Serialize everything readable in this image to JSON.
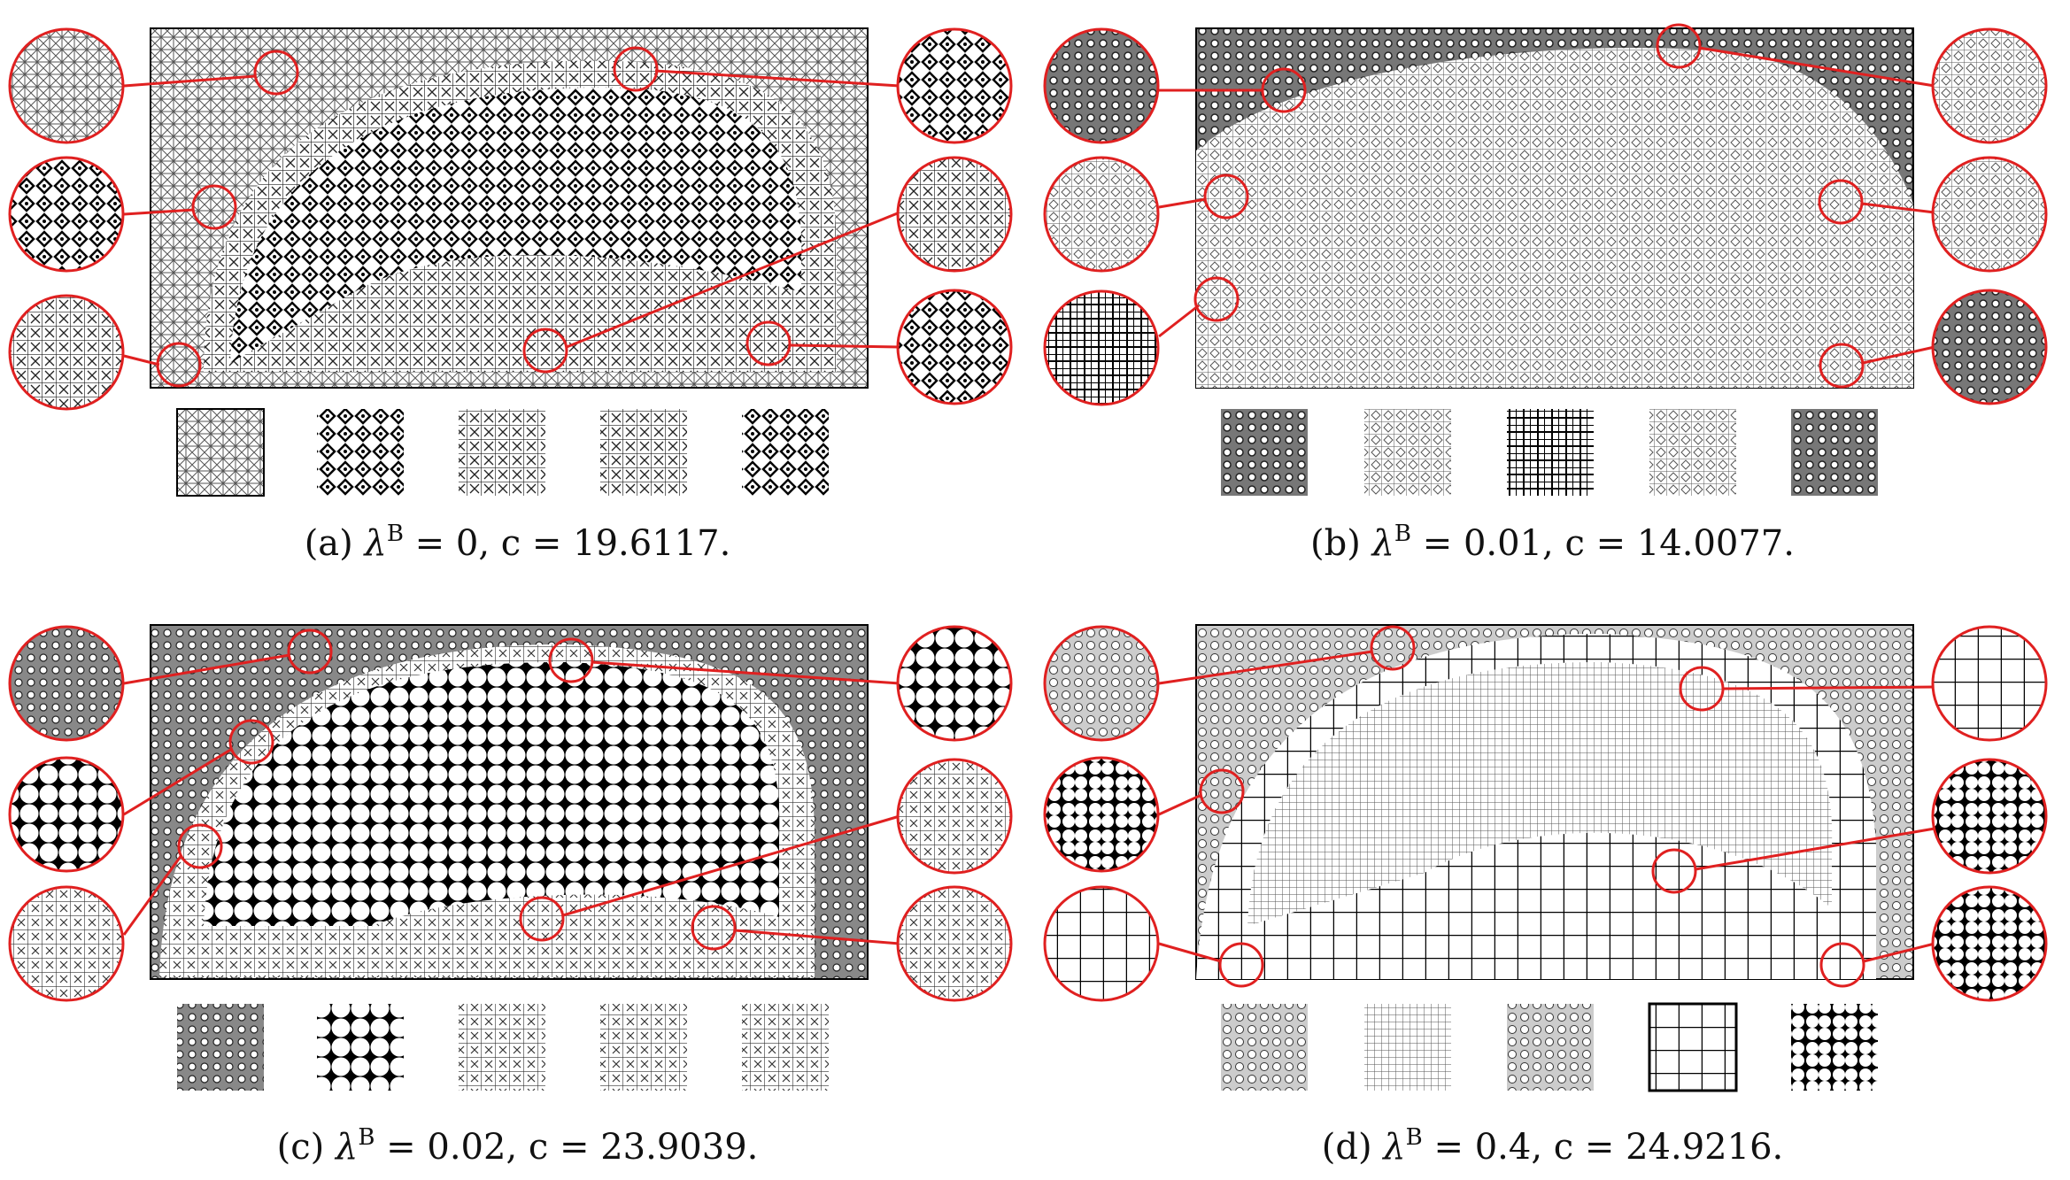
{
  "figure": {
    "panels": [
      {
        "id": "a",
        "caption": {
          "label": "(a)",
          "lambda_value": "0",
          "c_value": "19.6117"
        }
      },
      {
        "id": "b",
        "caption": {
          "label": "(b)",
          "lambda_value": "0.01",
          "c_value": "14.0077"
        }
      },
      {
        "id": "c",
        "caption": {
          "label": "(c)",
          "lambda_value": "0.02",
          "c_value": "23.9039"
        }
      },
      {
        "id": "d",
        "caption": {
          "label": "(d)",
          "lambda_value": "0.4",
          "c_value": "24.9216"
        }
      }
    ],
    "symbols": {
      "lambda": "λ",
      "superscript": "B",
      "equals": " = ",
      "comma_c": ", c = ",
      "period": "."
    },
    "colors": {
      "callout": "#e02020",
      "structure": "#000000",
      "background": "#ffffff"
    }
  }
}
